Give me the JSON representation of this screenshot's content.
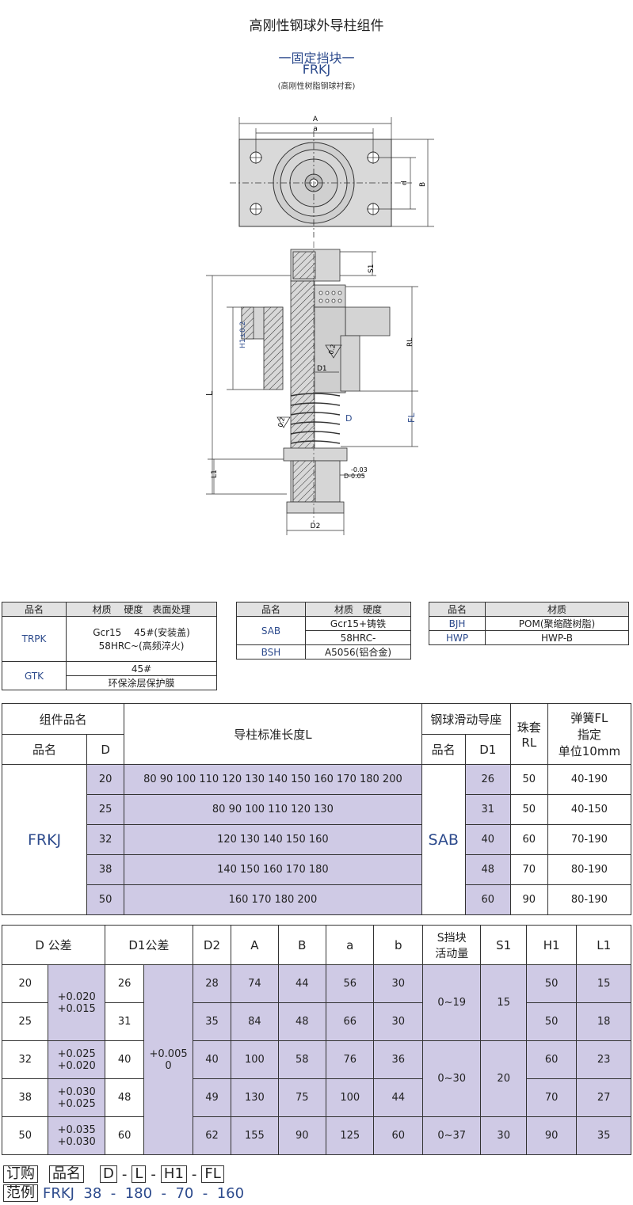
{
  "header": {
    "title": "高刚性钢球外导柱组件",
    "subtitle": "一固定挡块一",
    "model": "FRKJ",
    "note": "(高刚性树脂钢球衬套)"
  },
  "drawing": {
    "labels": {
      "A": "A",
      "a": "a",
      "d": "d",
      "B": "B",
      "S1": "S1",
      "RL": "RL",
      "H1": "H1±0.2",
      "L": "L",
      "D1": "D1",
      "D": "D",
      "FL": "FL",
      "L1": "L1",
      "D2": "D2",
      "tol_top": "-0.03",
      "tol_bot": "D-0.05",
      "rough1": "0.2",
      "rough2": "0.2"
    }
  },
  "mat1": {
    "head": [
      "品名",
      "材质　 硬度　表面处理"
    ],
    "rows": [
      {
        "name": "TRPK",
        "l1": "Gcr15　 45#(安装盖)",
        "l2": "58HRC~(高频淬火)"
      },
      {
        "name": "GTK",
        "l1": "45#",
        "l2": "环保涂层保护膜"
      }
    ]
  },
  "mat2": {
    "head": [
      "品名",
      "材质　硬度"
    ],
    "rows": [
      {
        "name": "SAB",
        "l1": "Gcr15+铸铁",
        "l2": "58HRC-"
      },
      {
        "name": "BSH",
        "l1": "A5056(铝合金)"
      }
    ]
  },
  "mat3": {
    "head": [
      "品名",
      "材质"
    ],
    "rows": [
      {
        "name": "BJH",
        "v": "POM(聚缩醛树脂)"
      },
      {
        "name": "HWP",
        "v": "HWP-B"
      }
    ]
  },
  "main": {
    "h_group": "组件品名",
    "h_name": "品名",
    "h_D": "D",
    "h_L": "导柱标准长度L",
    "h_seat": "钢球滑动导座",
    "h_seat_name": "品名",
    "h_D1": "D1",
    "h_RL1": "珠套",
    "h_RL2": "RL",
    "h_FL1": "弹簧FL",
    "h_FL2": "指定",
    "h_FL3": "单位10mm",
    "name": "FRKJ",
    "seat": "SAB",
    "rows": [
      {
        "D": "20",
        "L": "80 90 100 110 120 130 140 150 160 170 180 200",
        "D1": "26",
        "RL": "50",
        "FL": "40-190"
      },
      {
        "D": "25",
        "L": "80 90 100 110 120 130",
        "D1": "31",
        "RL": "50",
        "FL": "40-150"
      },
      {
        "D": "32",
        "L": "120 130 140 150 160",
        "D1": "40",
        "RL": "60",
        "FL": "70-190"
      },
      {
        "D": "38",
        "L": "140 150 160 170 180",
        "D1": "48",
        "RL": "70",
        "FL": "80-190"
      },
      {
        "D": "50",
        "L": "160 170 180 200",
        "D1": "60",
        "RL": "90",
        "FL": "80-190"
      }
    ]
  },
  "dim": {
    "head": [
      "D 公差",
      "D1公差",
      "D2",
      "A",
      "B",
      "a",
      "b",
      "S挡块",
      "活动量",
      "S1",
      "H1",
      "L1"
    ],
    "tolD": [
      [
        "+0.020",
        "+0.015"
      ],
      [
        "+0.025",
        "+0.020"
      ],
      [
        "+0.030",
        "+0.025"
      ],
      [
        "+0.035",
        "+0.030"
      ]
    ],
    "tolD1": [
      "+0.005",
      "0"
    ],
    "stroke": [
      "0~19",
      "0~30",
      "0~37"
    ],
    "s1": [
      "15",
      "20",
      "30"
    ],
    "rows": [
      {
        "D": "20",
        "D1": "26",
        "D2": "28",
        "A": "74",
        "B": "44",
        "a": "56",
        "b": "30",
        "H1": "50",
        "L1": "15"
      },
      {
        "D": "25",
        "D1": "31",
        "D2": "35",
        "A": "84",
        "B": "48",
        "a": "66",
        "b": "30",
        "H1": "50",
        "L1": "18"
      },
      {
        "D": "32",
        "D1": "40",
        "D2": "40",
        "A": "100",
        "B": "58",
        "a": "76",
        "b": "36",
        "H1": "60",
        "L1": "23"
      },
      {
        "D": "38",
        "D1": "48",
        "D2": "49",
        "A": "130",
        "B": "75",
        "a": "100",
        "b": "44",
        "H1": "70",
        "L1": "27"
      },
      {
        "D": "50",
        "D1": "60",
        "D2": "62",
        "A": "155",
        "B": "90",
        "a": "125",
        "b": "60",
        "H1": "90",
        "L1": "35"
      }
    ]
  },
  "order": {
    "l1a": "订购",
    "l1b": "范例",
    "boxes": [
      "品名",
      "D",
      "L",
      "H1",
      "FL"
    ],
    "sep": "-",
    "example": "FRKJ  38  -  180  -  70  -  160"
  }
}
